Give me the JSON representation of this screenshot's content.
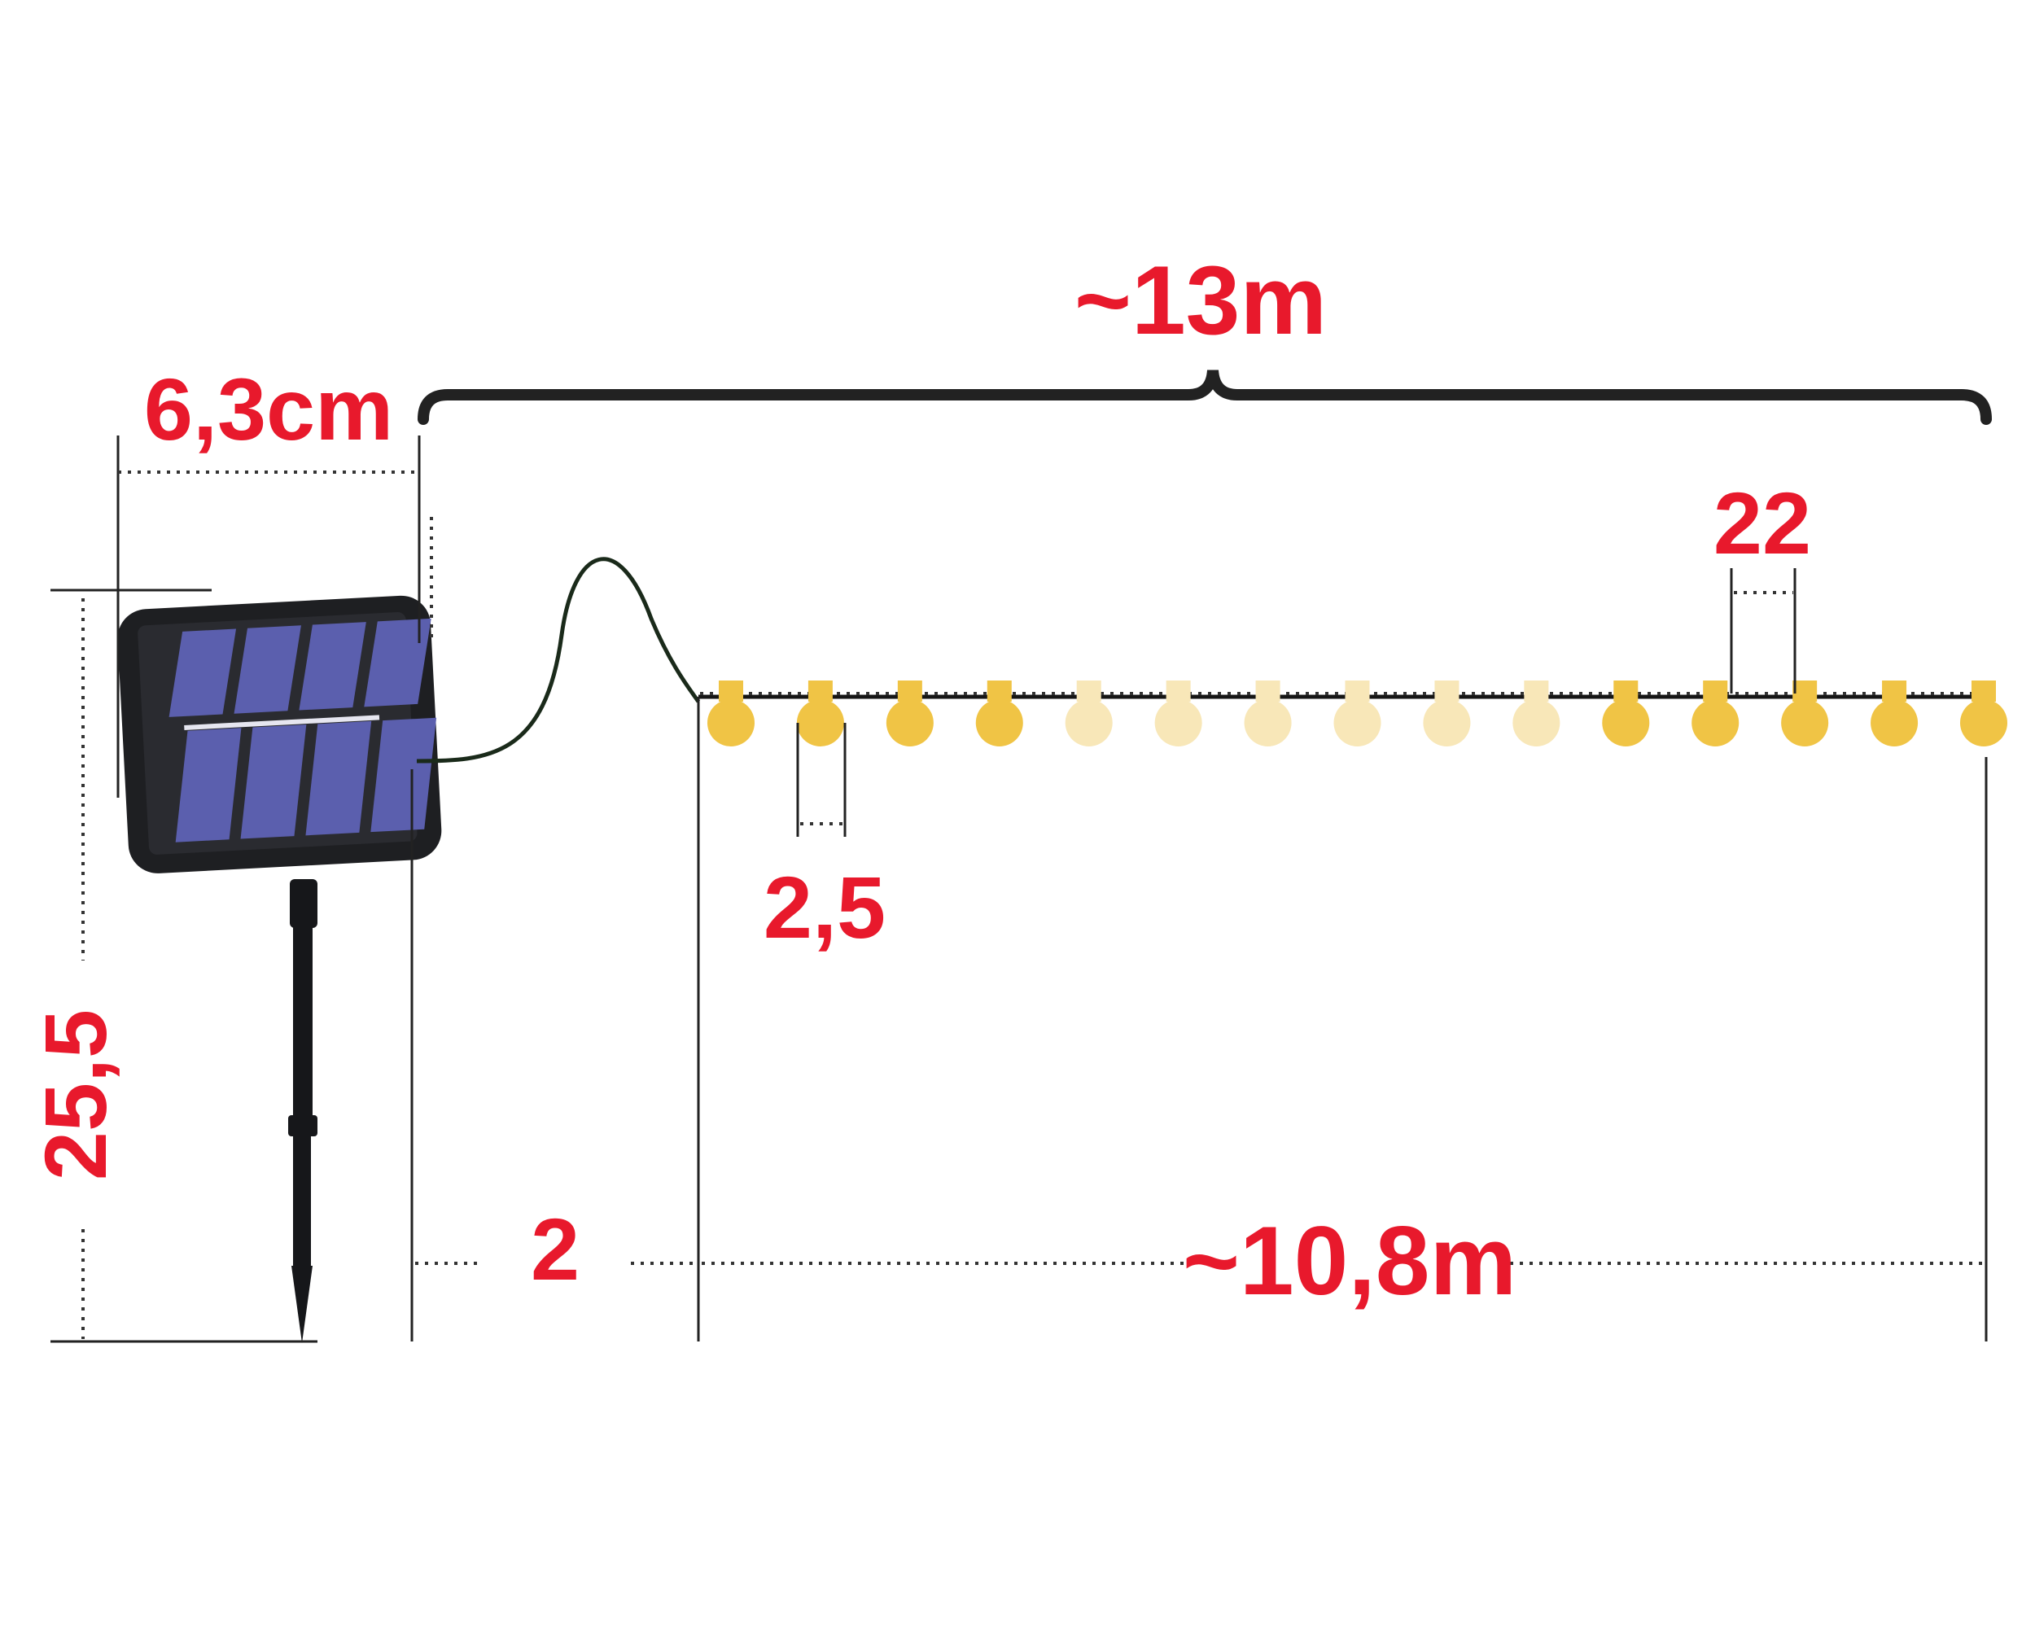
{
  "labels": {
    "panel_width": "6,3cm",
    "total_length": "~13m",
    "bulb_spacing": "22",
    "bulb_size": "2,5",
    "stake_height": "25,5",
    "lead_cable": "2",
    "lit_length": "~10,8m"
  },
  "colors": {
    "label": "#e8192c",
    "bulb_lit": "#f0c445",
    "bulb_pale": "#f8e7b8",
    "panel_frame": "#1e1f22",
    "panel_cell": "#5b5fae",
    "cable": "#1a2a1a"
  },
  "bulbs": [
    "lit",
    "lit",
    "lit",
    "lit",
    "pale",
    "pale",
    "pale",
    "pale",
    "pale",
    "pale",
    "lit",
    "lit",
    "lit",
    "lit",
    "lit"
  ]
}
